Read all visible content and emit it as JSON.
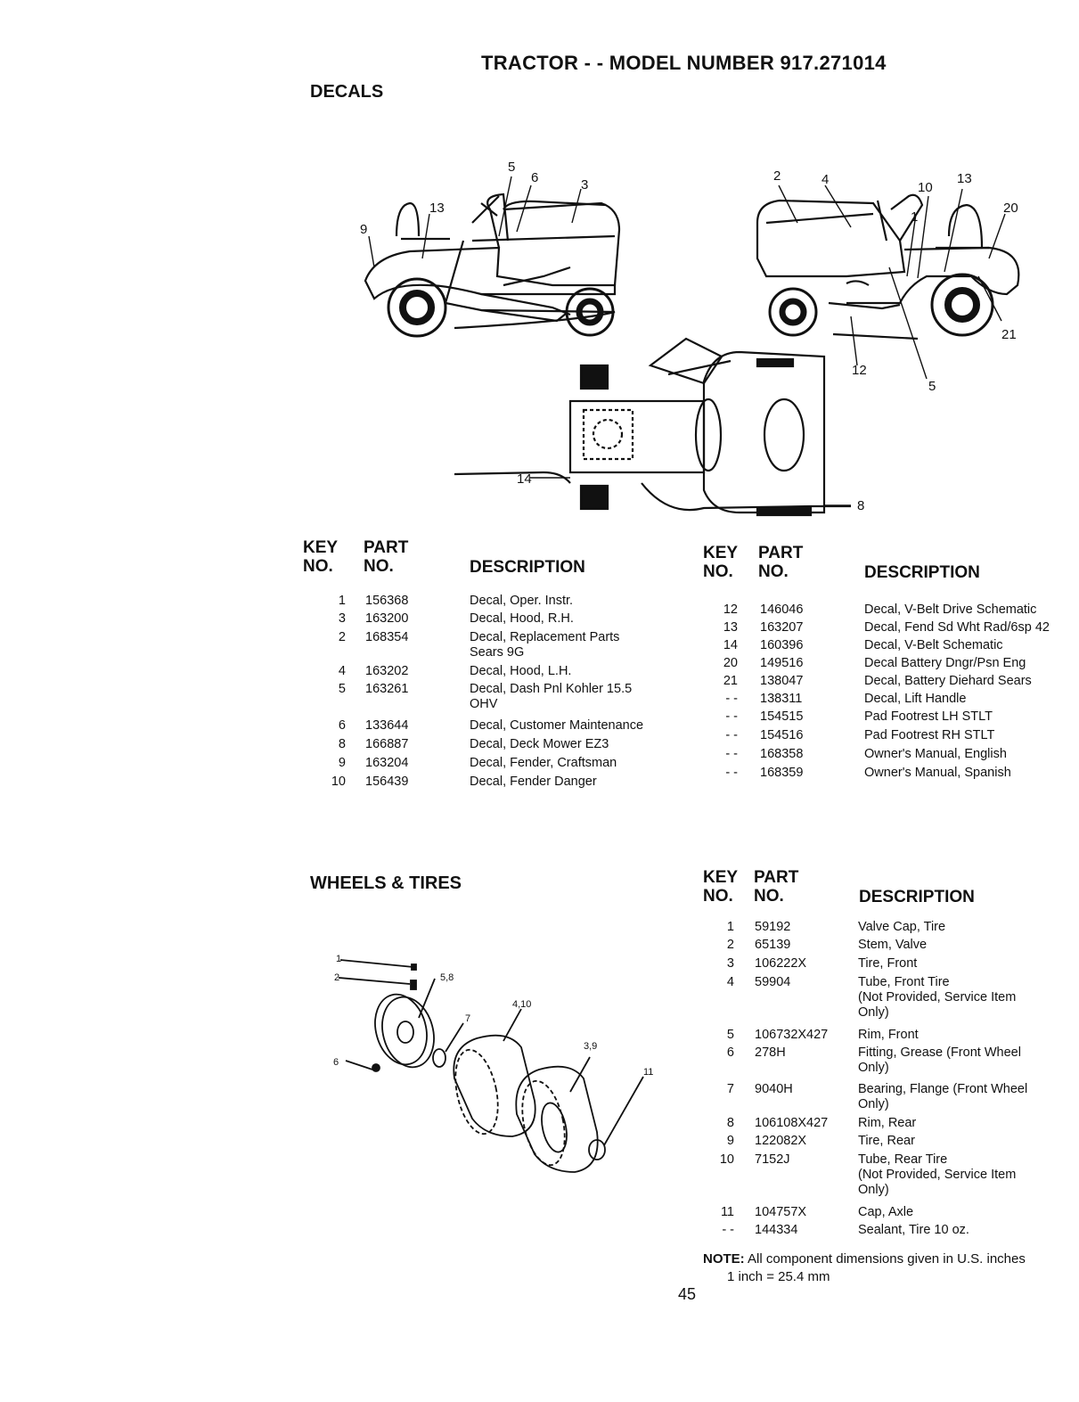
{
  "header": {
    "title": "TRACTOR - - MODEL NUMBER 917.271014"
  },
  "decals": {
    "section_title": "DECALS",
    "headers": {
      "key_1": "KEY",
      "key_2": "NO.",
      "part_1": "PART",
      "part_2": "NO.",
      "description": "DESCRIPTION"
    },
    "diagram_callouts": [
      "9",
      "13",
      "5",
      "6",
      "3",
      "2",
      "4",
      "10",
      "13",
      "1",
      "20",
      "21",
      "12",
      "5",
      "14",
      "8"
    ],
    "left_rows": [
      {
        "key": "1",
        "part": "156368",
        "desc": "Decal, Oper. Instr.",
        "desc2": ""
      },
      {
        "key": "3",
        "part": "163200",
        "desc": "Decal, Hood, R.H.",
        "desc2": ""
      },
      {
        "key": "2",
        "part": "168354",
        "desc": "Decal, Replacement Parts",
        "desc2": "Sears 9G"
      },
      {
        "key": "4",
        "part": "163202",
        "desc": "Decal, Hood, L.H.",
        "desc2": ""
      },
      {
        "key": "5",
        "part": "163261",
        "desc": "Decal, Dash Pnl Kohler 15.5",
        "desc2": "OHV"
      },
      {
        "key": "6",
        "part": "133644",
        "desc": "Decal, Customer Maintenance",
        "desc2": ""
      },
      {
        "key": "8",
        "part": "166887",
        "desc": "Decal, Deck Mower EZ3",
        "desc2": ""
      },
      {
        "key": "9",
        "part": "163204",
        "desc": "Decal, Fender, Craftsman",
        "desc2": ""
      },
      {
        "key": "10",
        "part": "156439",
        "desc": "Decal, Fender Danger",
        "desc2": ""
      }
    ],
    "right_rows": [
      {
        "key": "12",
        "part": "146046",
        "desc": "Decal, V-Belt Drive Schematic"
      },
      {
        "key": "13",
        "part": "163207",
        "desc": "Decal, Fend Sd Wht Rad/6sp 42"
      },
      {
        "key": "14",
        "part": "160396",
        "desc": "Decal, V-Belt Schematic"
      },
      {
        "key": "20",
        "part": "149516",
        "desc": "Decal Battery Dngr/Psn Eng"
      },
      {
        "key": "21",
        "part": "138047",
        "desc": "Decal, Battery Diehard  Sears"
      },
      {
        "key": "- -",
        "part": "138311",
        "desc": "Decal, Lift Handle"
      },
      {
        "key": "- -",
        "part": "154515",
        "desc": "Pad Footrest LH STLT"
      },
      {
        "key": "- -",
        "part": "154516",
        "desc": "Pad Footrest RH STLT"
      },
      {
        "key": "- -",
        "part": "168358",
        "desc": "Owner's Manual, English"
      },
      {
        "key": "- -",
        "part": "168359",
        "desc": "Owner's Manual, Spanish"
      }
    ]
  },
  "wheels": {
    "section_title": "WHEELS & TIRES",
    "headers": {
      "key_1": "KEY",
      "key_2": "NO.",
      "part_1": "PART",
      "part_2": "NO.",
      "description": "DESCRIPTION"
    },
    "diagram_callouts": [
      "1",
      "2",
      "5,8",
      "4,10",
      "7",
      "3,9",
      "11",
      "6"
    ],
    "rows": [
      {
        "key": "1",
        "part": "59192",
        "desc": "Valve Cap, Tire",
        "desc2": "",
        "desc3": ""
      },
      {
        "key": "2",
        "part": "65139",
        "desc": "Stem, Valve",
        "desc2": "",
        "desc3": ""
      },
      {
        "key": "3",
        "part": "106222X",
        "desc": "Tire, Front",
        "desc2": "",
        "desc3": ""
      },
      {
        "key": "4",
        "part": "59904",
        "desc": "Tube, Front Tire",
        "desc2": "(Not Provided, Service Item",
        "desc3": "Only)"
      },
      {
        "key": "5",
        "part": "106732X427",
        "desc": "Rim, Front",
        "desc2": "",
        "desc3": ""
      },
      {
        "key": "6",
        "part": "278H",
        "desc": "Fitting, Grease (Front Wheel",
        "desc2": "Only)",
        "desc3": ""
      },
      {
        "key": "7",
        "part": "9040H",
        "desc": "Bearing, Flange (Front Wheel",
        "desc2": "Only)",
        "desc3": ""
      },
      {
        "key": "8",
        "part": "106108X427",
        "desc": "Rim, Rear",
        "desc2": "",
        "desc3": ""
      },
      {
        "key": "9",
        "part": "122082X",
        "desc": "Tire, Rear",
        "desc2": "",
        "desc3": ""
      },
      {
        "key": "10",
        "part": "7152J",
        "desc": "Tube, Rear Tire",
        "desc2": "(Not Provided, Service Item",
        "desc3": "Only)"
      },
      {
        "key": "11",
        "part": "104757X",
        "desc": "Cap, Axle",
        "desc2": "",
        "desc3": ""
      },
      {
        "key": "- -",
        "part": "144334",
        "desc": "Sealant, Tire 10 oz.",
        "desc2": "",
        "desc3": ""
      }
    ]
  },
  "footer": {
    "note_label": "NOTE:",
    "note_text": "All component dimensions given in U.S. inches",
    "conversion": "1 inch = 25.4 mm",
    "page_number": "45"
  }
}
